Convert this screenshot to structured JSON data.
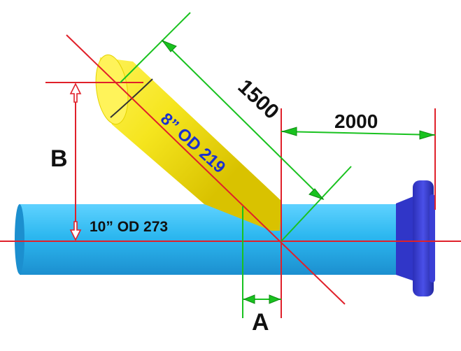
{
  "labels": {
    "branch_size": "8” OD 219",
    "main_size": "10” OD 273",
    "dim_1500": "1500",
    "dim_2000": "2000",
    "dim_a": "A",
    "dim_b": "B"
  },
  "colors": {
    "main_pipe": "#2db8f0",
    "branch_pipe": "#f5e51e",
    "flange": "#3b3fd6",
    "centerline": "#e0202a",
    "dimension": "#19c21f",
    "arrow_red": "#e0202a",
    "branch_text": "#1a2fd0",
    "main_text": "#111111"
  }
}
